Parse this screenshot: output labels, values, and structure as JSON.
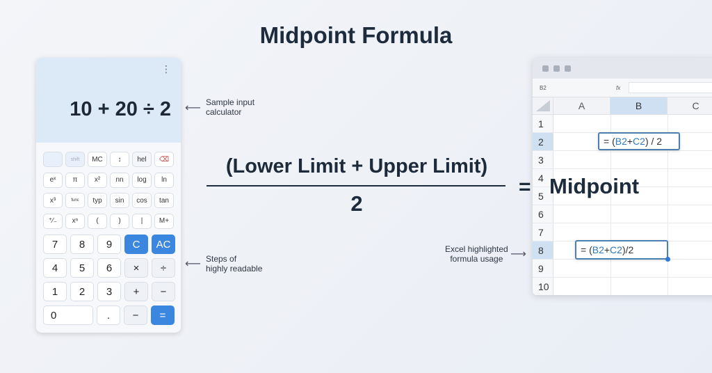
{
  "title": "Midpoint Formula",
  "calculator": {
    "menu_icon": "⋮",
    "expression": "10 + 20 ÷ 2",
    "sci_keys": [
      [
        "",
        "shift",
        "MC",
        "↕",
        "hel",
        "⌫"
      ],
      [
        "eˣ",
        "π",
        "x²",
        "nn",
        "log",
        "ln"
      ],
      [
        "x³",
        "func",
        "typ",
        "sin",
        "cos",
        "tan"
      ],
      [
        "⁺⁄₋",
        "xⁿ",
        "(",
        ")",
        "|",
        "M+"
      ]
    ],
    "main_keys": [
      [
        "7",
        "8",
        "9",
        "C",
        "AC"
      ],
      [
        "4",
        "5",
        "6",
        "×",
        "÷"
      ],
      [
        "1",
        "2",
        "3",
        "+",
        "−"
      ],
      [
        "0",
        ".",
        "−",
        "="
      ]
    ],
    "accent": "#3b86de"
  },
  "annotations": {
    "input": [
      "Sample input",
      "calculator"
    ],
    "steps": [
      "Steps of",
      "highly readable"
    ],
    "excel": [
      "Excel highlighted",
      "formula usage"
    ],
    "arrow_left": "⟵",
    "arrow_right": "⟶"
  },
  "formula": {
    "numerator": "(Lower Limit + Upper Limit)",
    "denominator": "2",
    "equals": "=",
    "result": "Midpoint"
  },
  "spreadsheet": {
    "name_box": "B2",
    "fx": "fx",
    "columns": [
      "A",
      "B",
      "C"
    ],
    "rows": [
      "1",
      "2",
      "3",
      "4",
      "5",
      "6",
      "7",
      "8",
      "9",
      "10"
    ],
    "cell_b2": {
      "eq": "= (",
      "r1": "B2",
      " plus": " + ",
      "r2": "C2",
      "tail": ") / 2"
    },
    "cell_b8": {
      "eq": "= (",
      "r1": "B2",
      "plus": " + ",
      "r2": "C2",
      "tail": ")/2"
    }
  }
}
